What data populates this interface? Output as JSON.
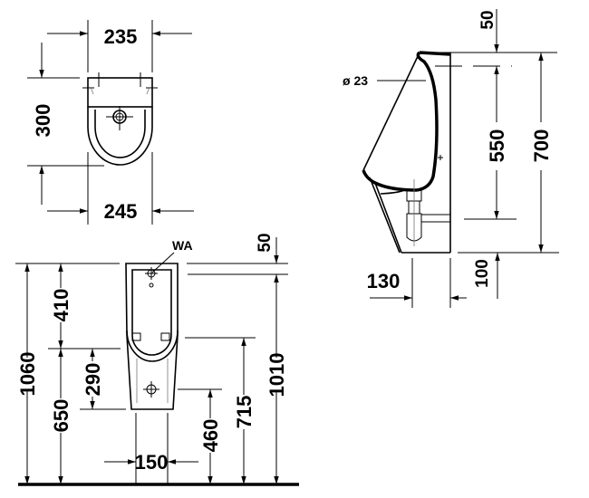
{
  "drawing": {
    "top_view": {
      "width_top": "235",
      "width_bottom": "245",
      "depth": "300"
    },
    "front_view": {
      "label_wa": "WA",
      "height_total": "1060",
      "upper_section": "410",
      "lower_section": "650",
      "bowl_to_bottom": "290",
      "outlet_height": "460",
      "inlet_height": "715",
      "mount_height": "1010",
      "top_offset": "50",
      "outlet_spacing": "150"
    },
    "side_view": {
      "top_offset": "50",
      "diameter": "ø 23",
      "inner_height": "550",
      "height": "700",
      "bottom_offset": "100",
      "depth": "130"
    }
  }
}
